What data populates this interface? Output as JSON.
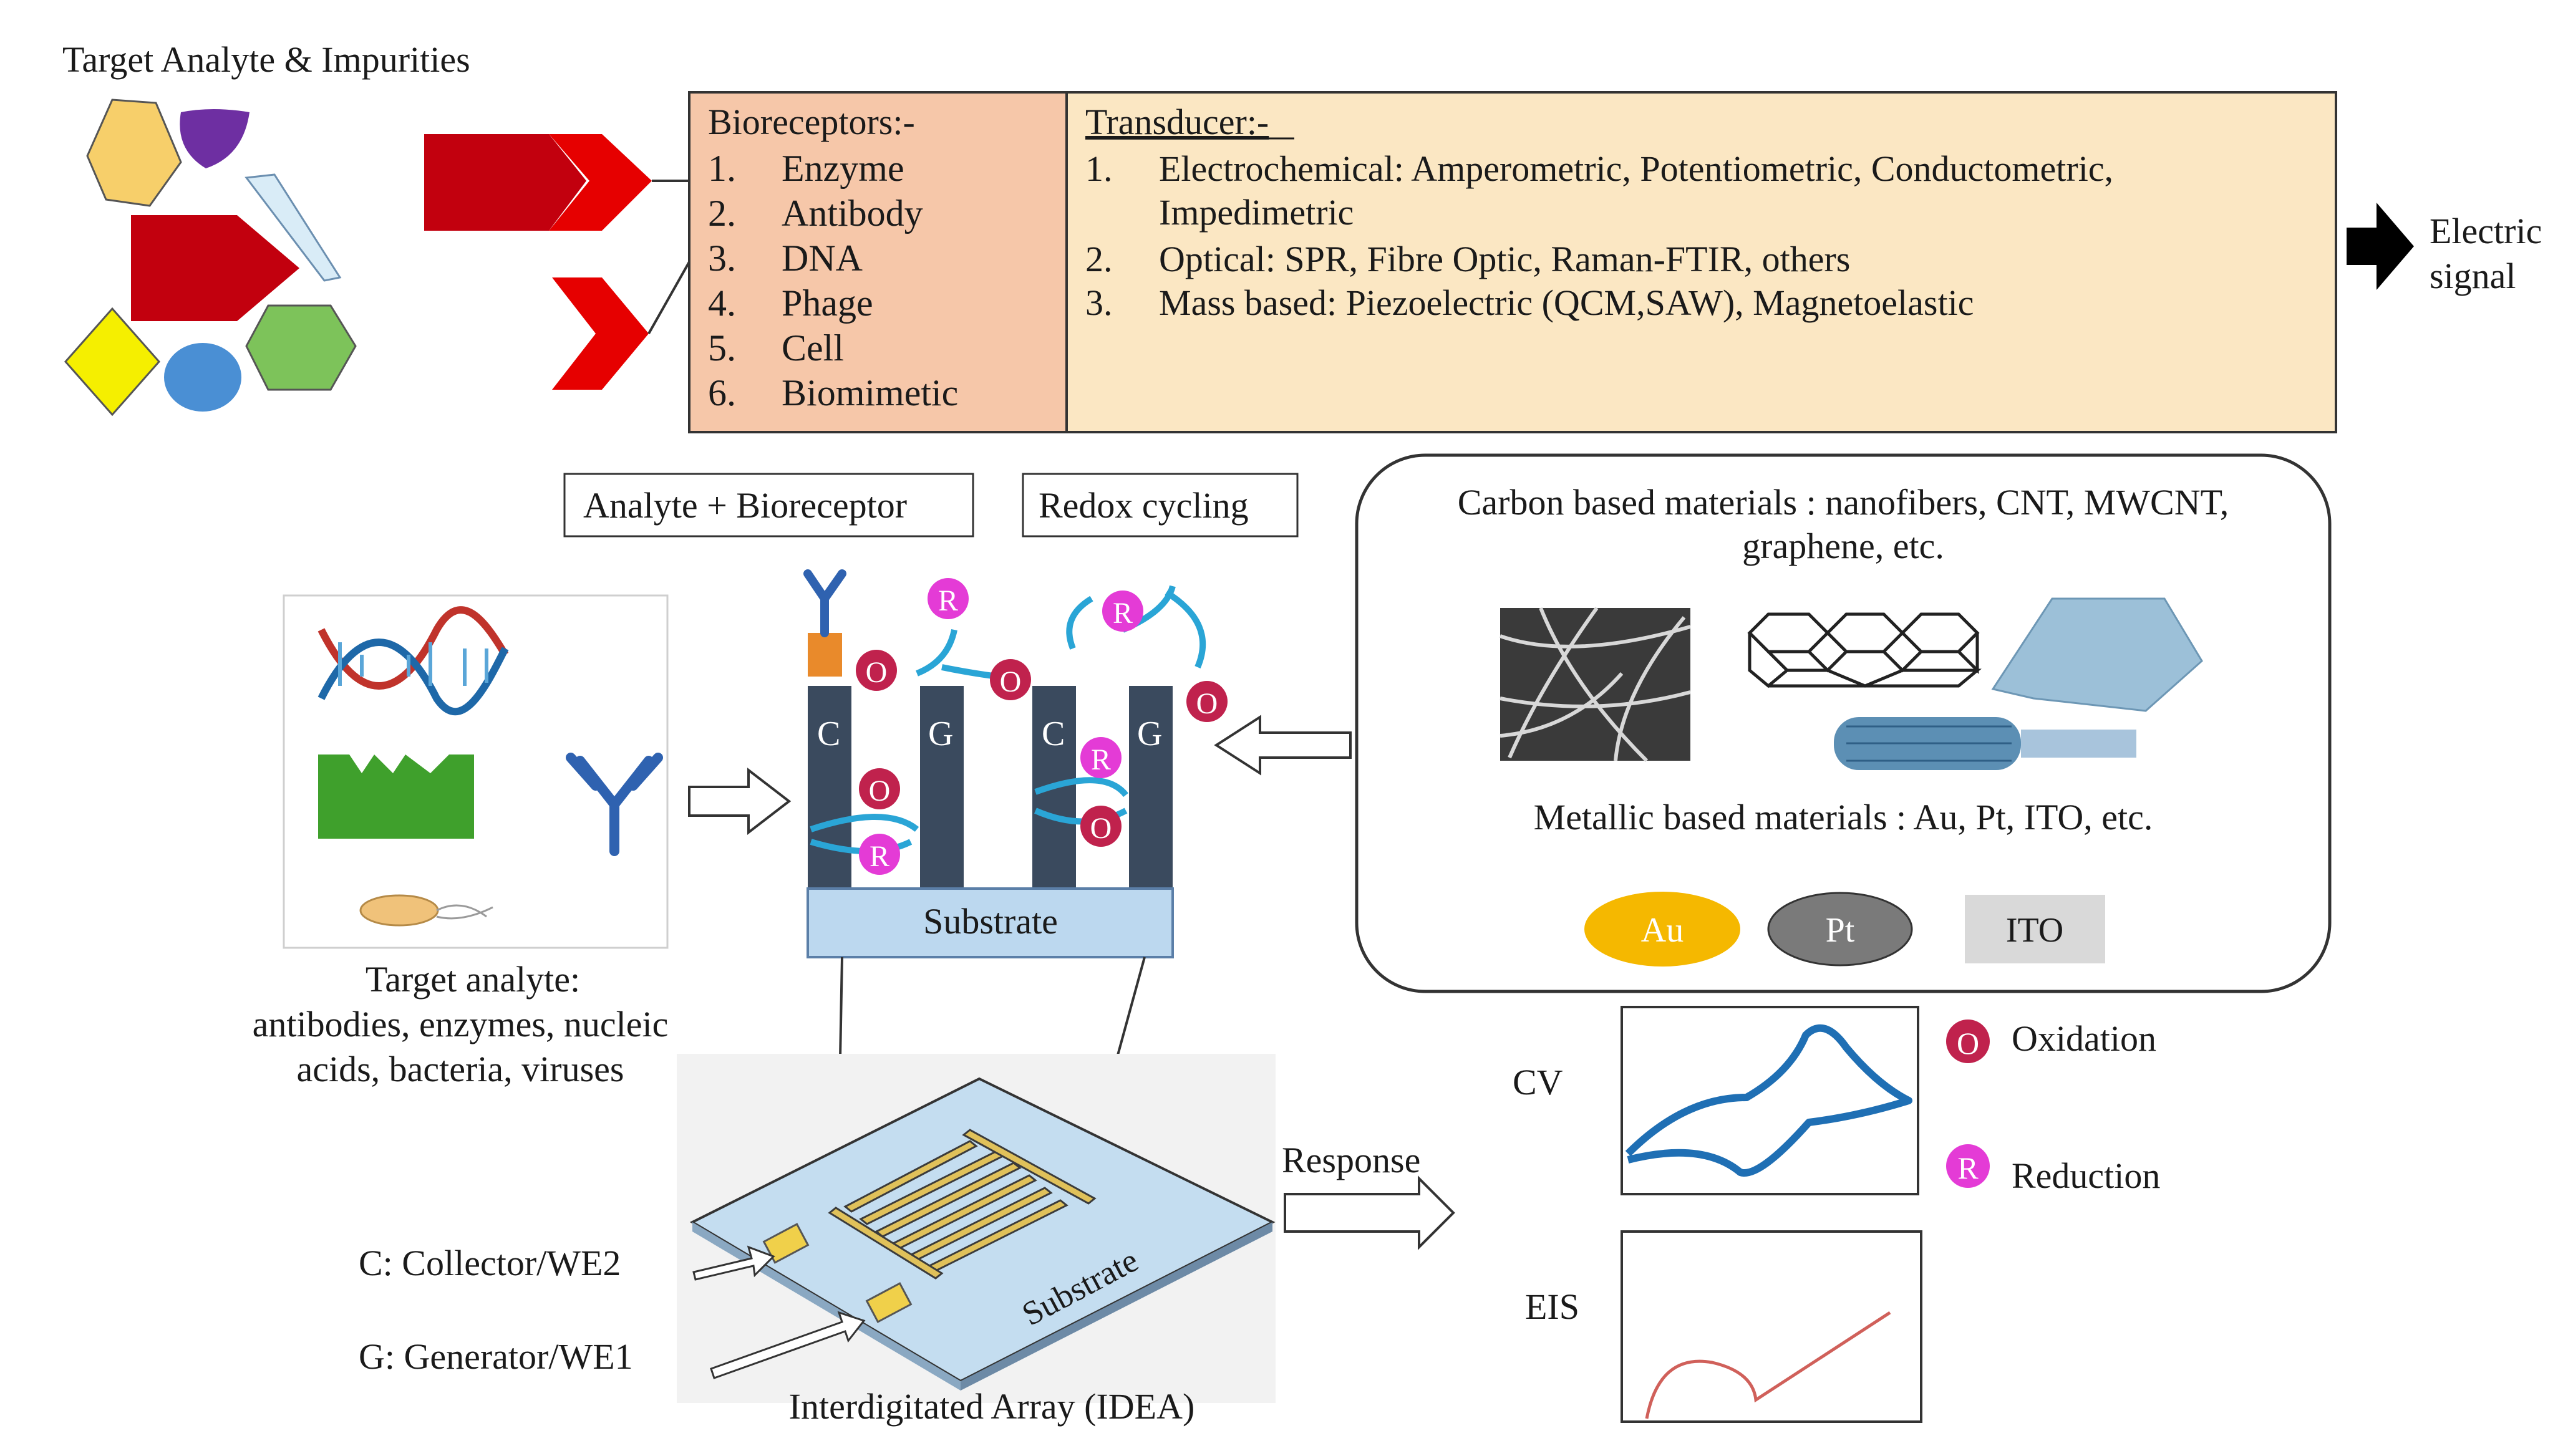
{
  "top_section": {
    "analyte_title": "Target Analyte & Impurities",
    "bioreceptors": {
      "heading": "Bioreceptors:-",
      "items": [
        {
          "num": "1.",
          "label": "Enzyme"
        },
        {
          "num": "2.",
          "label": "Antibody"
        },
        {
          "num": "3.",
          "label": "DNA"
        },
        {
          "num": "4.",
          "label": "Phage"
        },
        {
          "num": "5.",
          "label": "Cell"
        },
        {
          "num": "6.",
          "label": "Biomimetic"
        }
      ]
    },
    "transducer": {
      "heading": "Transducer:-",
      "items": [
        {
          "num": "1.",
          "line1": "Electrochemical: Amperometric, Potentiometric, Conductometric,",
          "line2": "Impedimetric"
        },
        {
          "num": "2.",
          "line1": "Optical: SPR, Fibre Optic, Raman-FTIR, others"
        },
        {
          "num": "3.",
          "line1": "Mass based: Piezoelectric (QCM,SAW), Magnetoelastic"
        }
      ]
    },
    "output": {
      "line1": "Electric",
      "line2": "signal"
    }
  },
  "middle_section": {
    "label_analyte_bioreceptor": "Analyte + Bioreceptor",
    "label_redox_cycling": "Redox cycling",
    "target_caption": [
      "Target analyte:",
      "antibodies, enzymes, nucleic",
      "acids, bacteria, viruses"
    ],
    "electrode_labels": [
      "C",
      "G",
      "C",
      "G"
    ],
    "oxidation_marker": "O",
    "reduction_marker": "R",
    "substrate_label": "Substrate",
    "materials": {
      "carbon_line1": "Carbon based materials : nanofibers, CNT, MWCNT,",
      "carbon_line2": "graphene, etc.",
      "metallic": "Metallic based materials : Au, Pt, ITO, etc.",
      "chips": [
        {
          "label": "Au",
          "color": "#f5b800"
        },
        {
          "label": "Pt",
          "color": "#7a7a7a"
        },
        {
          "label": "ITO",
          "color": "#d9d9d9"
        }
      ]
    }
  },
  "bottom_section": {
    "idea_caption": "Interdigitated Array (IDEA)",
    "idea_substrate": "Substrate",
    "collector_label": "C: Collector/WE2",
    "generator_label": "G: Generator/WE1",
    "response_label": "Response",
    "cv_label": "CV",
    "eis_label": "EIS",
    "legend": [
      {
        "symbol": "O",
        "label": "Oxidation",
        "color": "#c0224d"
      },
      {
        "symbol": "R",
        "label": "Reduction",
        "color": "#e43bd6"
      }
    ]
  },
  "colors": {
    "bioreceptor_box": "#f6c7a9",
    "transducer_box": "#fbe7c3",
    "arrow_red": "#e01010",
    "electrode": "#3a4a5e",
    "substrate": "#bcd8ef",
    "curve_blue": "#1f6fb4",
    "eis_curve": "#d0605a"
  }
}
